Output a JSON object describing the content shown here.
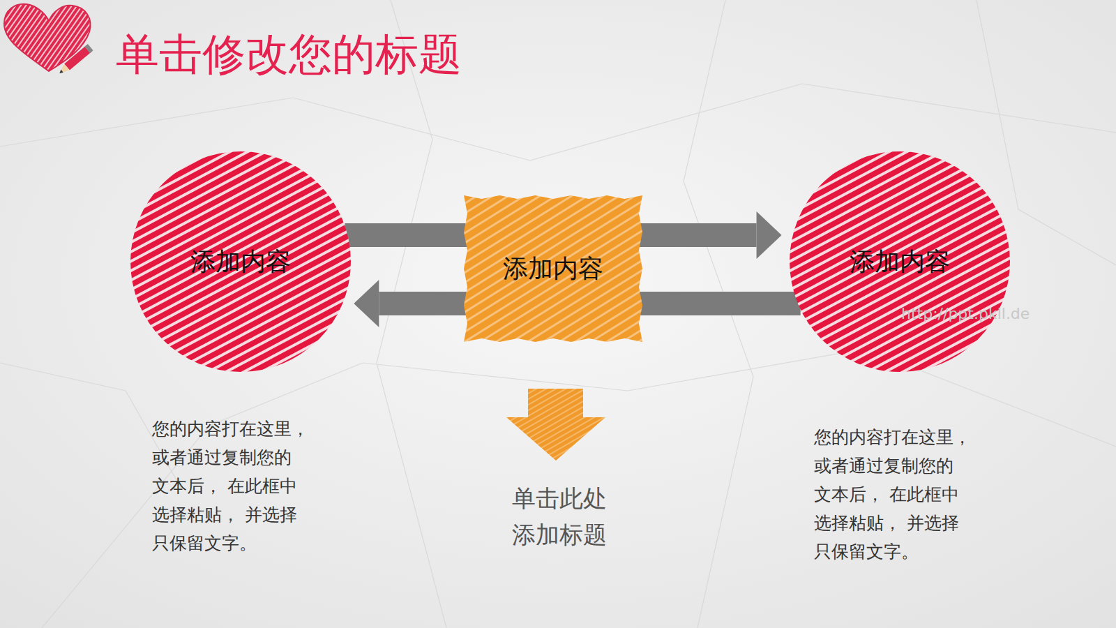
{
  "diagram": {
    "title": "单击修改您的标题",
    "nodes": [
      {
        "text": [
          "添加内容"
        ]
      },
      {
        "text": [
          "添加内容"
        ]
      },
      {
        "text": [
          "添加内容"
        ]
      }
    ],
    "edges": [
      {
        "from": 0,
        "to": 2,
        "arrow": "to"
      },
      {
        "from": 2,
        "to": 0,
        "arrow": "to"
      }
    ],
    "labels": [
      "您的内容打在这里， 或者通过复制您的 文本后， 在此框中 选择粘贴， 并选择 只保留文字。",
      "您的内容打在这里， 或者通过复制您的 文本后， 在此框中 选择粘贴， 并选择 只保留文字。",
      "单击此处 添加标题",
      "http://ppt.pkll.de"
    ]
  }
}
